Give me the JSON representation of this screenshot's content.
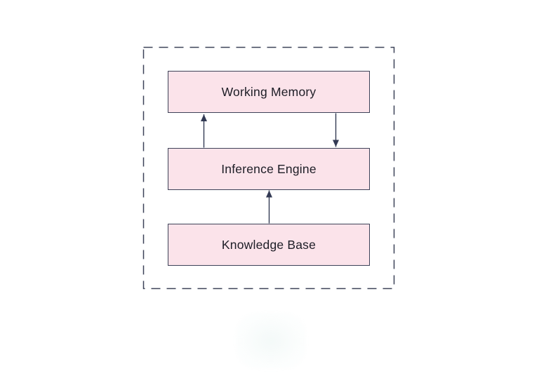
{
  "diagram": {
    "nodes": [
      {
        "id": "working-memory",
        "label": "Working Memory"
      },
      {
        "id": "inference-engine",
        "label": "Inference Engine"
      },
      {
        "id": "knowledge-base",
        "label": "Knowledge Base"
      }
    ],
    "edges": [
      {
        "from": "inference-engine",
        "to": "working-memory",
        "direction": "up"
      },
      {
        "from": "working-memory",
        "to": "inference-engine",
        "direction": "down"
      },
      {
        "from": "knowledge-base",
        "to": "inference-engine",
        "direction": "up"
      }
    ],
    "colors": {
      "background": "#ffffff",
      "node_fill": "#fbe3ea",
      "node_border": "#3d4258",
      "frame_border": "#3d4258",
      "edge": "#333a54",
      "text": "#1d1d26"
    }
  }
}
